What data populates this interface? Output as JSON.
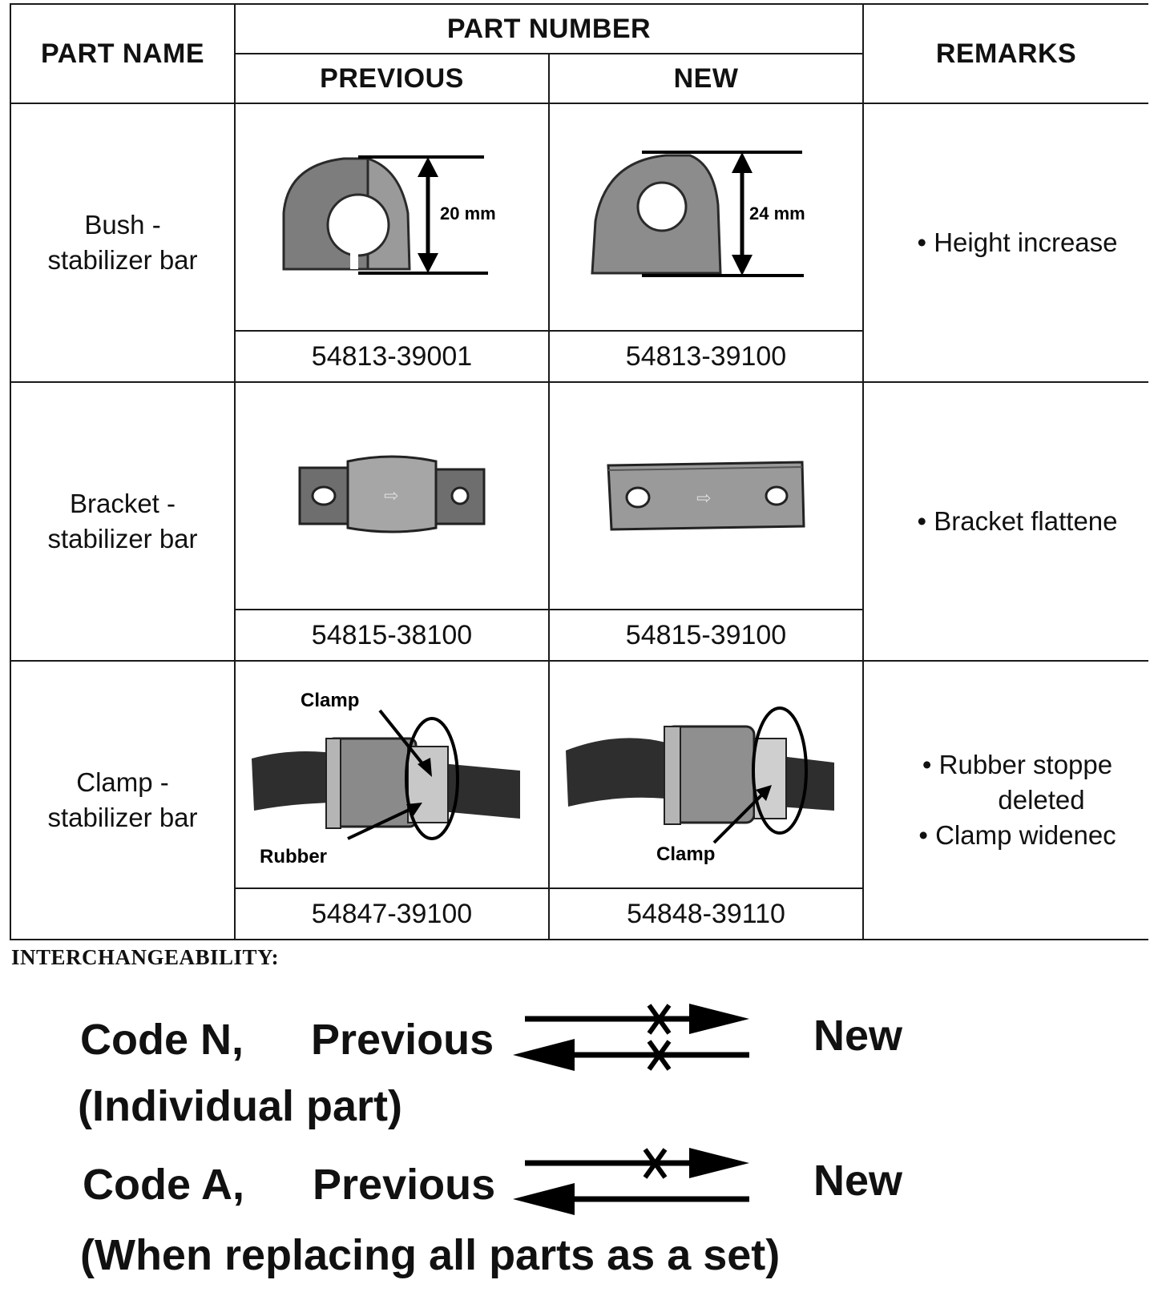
{
  "table": {
    "headers": {
      "part_name": "PART NAME",
      "part_number": "PART NUMBER",
      "previous": "PREVIOUS",
      "new": "NEW",
      "remarks": "REMARKS"
    },
    "rows": [
      {
        "name_line1": "Bush -",
        "name_line2": "stabilizer bar",
        "previous_no": "54813-39001",
        "new_no": "54813-39100",
        "previous_dim": "20 mm",
        "new_dim": "24 mm",
        "remarks": [
          "• Height increase"
        ]
      },
      {
        "name_line1": "Bracket -",
        "name_line2": "stabilizer bar",
        "previous_no": "54815-38100",
        "new_no": "54815-39100",
        "remarks": [
          "• Bracket flattene"
        ]
      },
      {
        "name_line1": "Clamp -",
        "name_line2": "stabilizer bar",
        "previous_no": "54847-39100",
        "new_no": "54848-39110",
        "previous_labels": {
          "clamp": "Clamp",
          "rubber": "Rubber"
        },
        "new_labels": {
          "clamp": "Clamp"
        },
        "remarks": [
          "• Rubber stoppe",
          "deleted",
          "• Clamp widenec"
        ]
      }
    ]
  },
  "interchangeability": {
    "title": "INTERCHANGEABILITY:",
    "codes": [
      {
        "code": "Code N,",
        "previous": "Previous",
        "new": "New",
        "note": "(Individual part)"
      },
      {
        "code": "Code A,",
        "previous": "Previous",
        "new": "New",
        "note": "(When replacing all parts as a set)"
      }
    ]
  }
}
